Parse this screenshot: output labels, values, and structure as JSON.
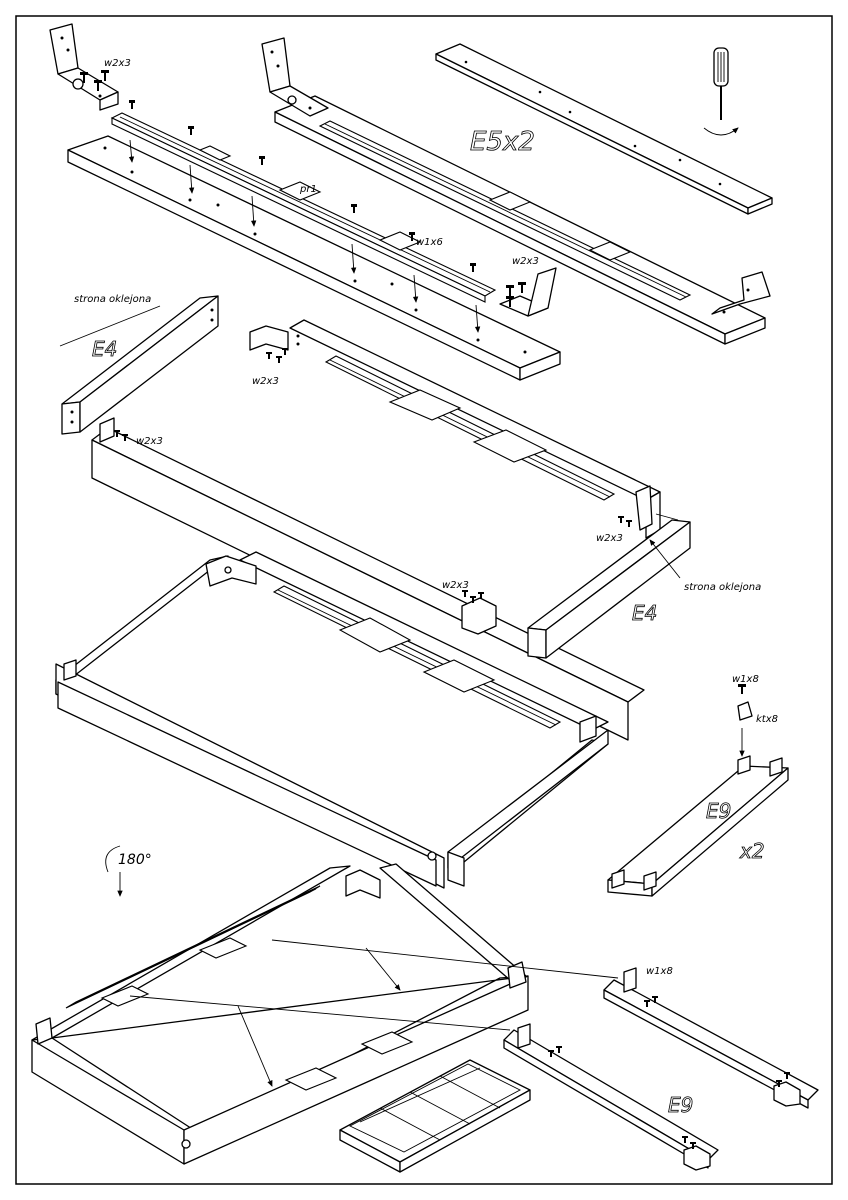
{
  "labels": {
    "w2x3_a": "w2x3",
    "w2x3_b": "w2x3",
    "w2x3_c": "w2x3",
    "w2x3_d": "w2x3",
    "w2x3_e": "w2x3",
    "w2x3_f": "w2x3",
    "pr1": "pr1",
    "w1x6": "w1x6",
    "e5x2": "E5x2",
    "strona_oklejona_a": "strona oklejona",
    "strona_oklejona_b": "strona oklejona",
    "e4_a": "E4",
    "e4_b": "E4",
    "w1x8_a": "w1x8",
    "ktx8": "ktx8",
    "e9_a": "E9",
    "x2": "x2",
    "rotation": "180°",
    "w1x8_b": "w1x8",
    "e9_b": "E9"
  }
}
